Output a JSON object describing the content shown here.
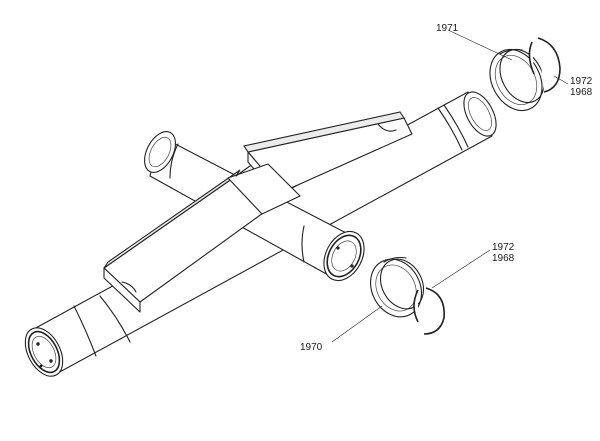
{
  "callouts": {
    "upper_seal": "1971",
    "upper_ring_a": "1972",
    "upper_ring_b": "1968",
    "lower_ring_a": "1972",
    "lower_ring_b": "1968",
    "lower_seal": "1970"
  }
}
